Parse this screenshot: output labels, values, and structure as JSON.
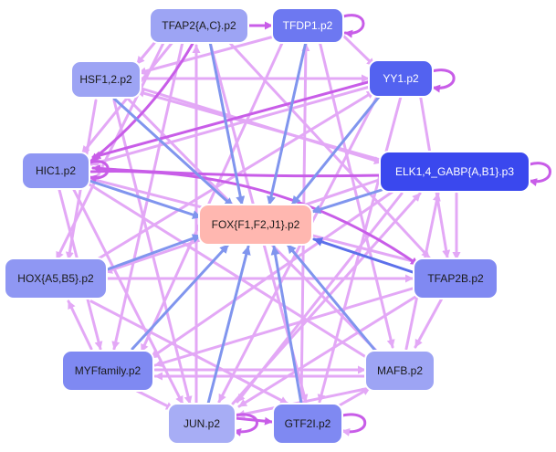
{
  "colors": {
    "node_blue_light": "#9DA4F4",
    "node_blue_mid": "#7F89F2",
    "node_blue_strong": "#5A67F0",
    "node_blue_deep": "#3A48EE",
    "node_center": "#FFB7B0",
    "edge_pink": "#E3A8F6",
    "edge_pink_strong": "#C85DE8",
    "edge_blue": "#8095EE",
    "edge_blue_strong": "#5C70EA",
    "node_border": "#ffffff"
  },
  "nodes": {
    "tfap2ac": {
      "label": "TFAP2{A,C}.p2"
    },
    "tfdp1": {
      "label": "TFDP1.p2"
    },
    "hsf1": {
      "label": "HSF1,2.p2"
    },
    "yy1": {
      "label": "YY1.p2"
    },
    "hic1": {
      "label": "HIC1.p2"
    },
    "elk1": {
      "label": "ELK1,4_GABP{A,B1}.p3"
    },
    "fox": {
      "label": "FOX{F1,F2,J1}.p2"
    },
    "hox": {
      "label": "HOX{A5,B5}.p2"
    },
    "tfap2b": {
      "label": "TFAP2B.p2"
    },
    "myf": {
      "label": "MYFfamily.p2"
    },
    "mafb": {
      "label": "MAFB.p2"
    },
    "jun": {
      "label": "JUN.p2"
    },
    "gtf2i": {
      "label": "GTF2I.p2"
    }
  }
}
